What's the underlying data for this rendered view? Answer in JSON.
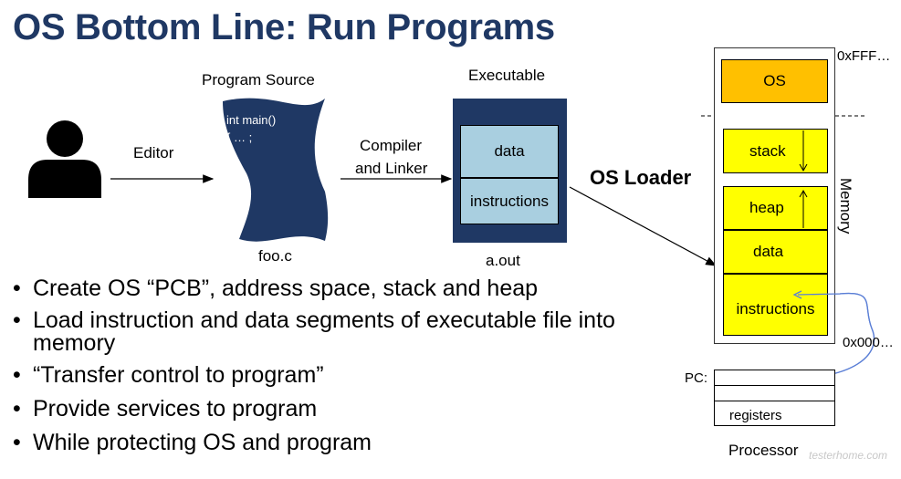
{
  "title": "OS Bottom Line: Run Programs",
  "editor_label": "Editor",
  "program_source_label": "Program Source",
  "source_code": "int main()\n{ … ;\n}",
  "source_file": "foo.c",
  "compiler_label_line1": "Compiler",
  "compiler_label_line2": "and Linker",
  "executable_label": "Executable",
  "executable_segments": [
    "data",
    "instructions"
  ],
  "executable_file": "a.out",
  "os_loader_label": "OS Loader",
  "memory": {
    "label": "Memory",
    "top_address": "0xFFF…",
    "bottom_address": "0x000…",
    "segments": {
      "os": "OS",
      "stack": "stack",
      "heap": "heap",
      "data": "data",
      "instructions": "instructions"
    }
  },
  "processor": {
    "pc_label": "PC:",
    "registers_label": "registers",
    "label": "Processor"
  },
  "bullets": [
    "Create OS “PCB”, address space, stack and heap",
    "Load instruction and data segments of executable file into memory",
    "“Transfer control to program”",
    "Provide services to program",
    "While protecting OS and program"
  ],
  "watermark": "testerhome.com",
  "colors": {
    "title": "#1f3864",
    "navy": "#1f3864",
    "exe_segment": "#a9cfe0",
    "os_segment": "#ffc000",
    "memory_segment": "#ffff00",
    "pc_arrow": "#5b7fd6"
  }
}
